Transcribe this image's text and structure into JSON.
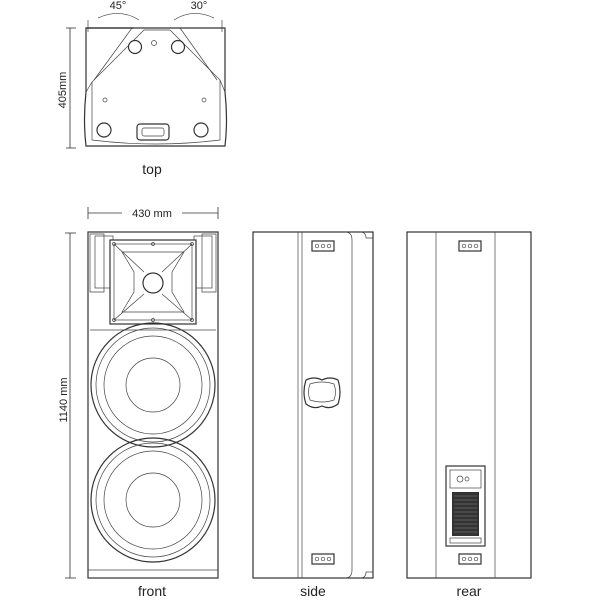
{
  "angles": {
    "left": "45°",
    "right": "30°"
  },
  "dimensions": {
    "depth": "405mm",
    "width": "430 mm",
    "height": "1140 mm"
  },
  "views": {
    "top": "top",
    "front": "front",
    "side": "side",
    "rear": "rear"
  }
}
